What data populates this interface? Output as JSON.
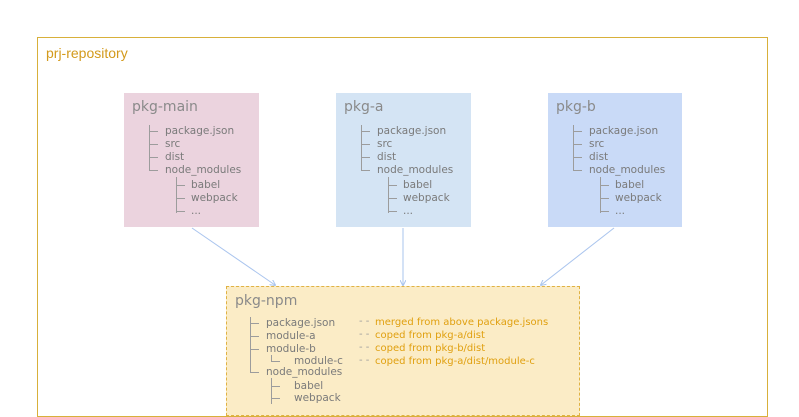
{
  "repository": {
    "label": "prj-repository"
  },
  "packages": {
    "main": {
      "title": "pkg-main",
      "items": [
        "package.json",
        "src",
        "dist",
        "node_modules"
      ],
      "sub_items": [
        "babel",
        "webpack",
        "..."
      ]
    },
    "a": {
      "title": "pkg-a",
      "items": [
        "package.json",
        "src",
        "dist",
        "node_modules"
      ],
      "sub_items": [
        "babel",
        "webpack",
        "..."
      ]
    },
    "b": {
      "title": "pkg-b",
      "items": [
        "package.json",
        "src",
        "dist",
        "node_modules"
      ],
      "sub_items": [
        "babel",
        "webpack",
        "..."
      ]
    },
    "npm": {
      "title": "pkg-npm",
      "items": [
        "package.json",
        "module-a",
        "module-b",
        "node_modules"
      ],
      "module_b_child": "module-c",
      "sub_items": [
        "babel",
        "webpack"
      ],
      "notes": [
        "merged from above  package.jsons",
        "coped from pkg-a/dist",
        "coped from pkg-b/dist",
        "coped from pkg-a/dist/module-c"
      ]
    }
  },
  "colors": {
    "border": "#d8b03a",
    "repo_label": "#d39a1c",
    "note_text": "#e0a010",
    "arrow": "#a9c4ee"
  }
}
